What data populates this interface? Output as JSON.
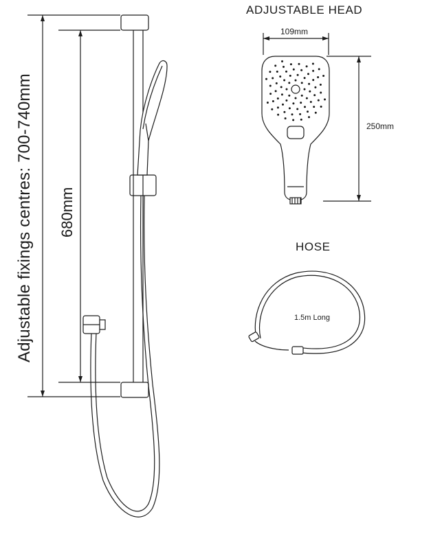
{
  "diagram": {
    "fixings_label": "Adjustable fixings centres: 700-740mm",
    "rail_length_label": "680mm",
    "head_section_title": "ADJUSTABLE HEAD",
    "head_width_label": "109mm",
    "head_height_label": "250mm",
    "hose_section_title": "HOSE",
    "hose_length_label": "1.5m Long"
  },
  "colors": {
    "line": "#1a1a1a",
    "fill": "#ffffff"
  }
}
